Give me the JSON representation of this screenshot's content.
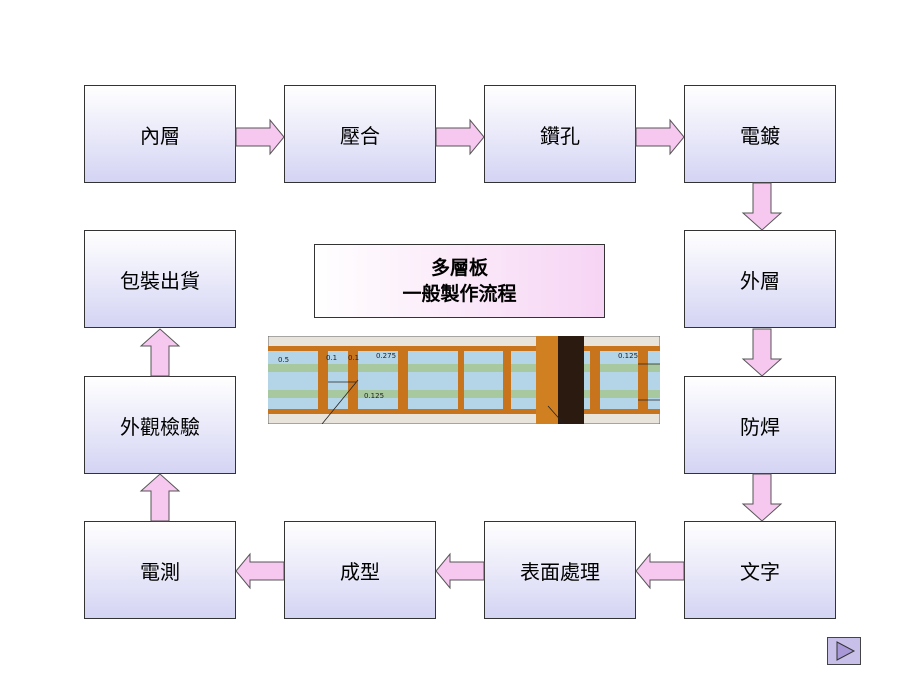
{
  "title": {
    "line1": "多層板",
    "line2": "一般製作流程"
  },
  "steps": [
    {
      "label": "內層"
    },
    {
      "label": "壓合"
    },
    {
      "label": "鑽孔"
    },
    {
      "label": "電鍍"
    },
    {
      "label": "外層"
    },
    {
      "label": "防焊"
    },
    {
      "label": "文字"
    },
    {
      "label": "表面處理"
    },
    {
      "label": "成型"
    },
    {
      "label": "電測"
    },
    {
      "label": "外觀檢驗"
    },
    {
      "label": "包裝出貨"
    }
  ],
  "pcb_image": {
    "dimension_labels": [
      "0.5",
      "0.1",
      "0.1",
      "0.275",
      "0.125",
      "0.125"
    ]
  },
  "colors": {
    "box_gradient_end": "#d4d4f4",
    "arrow_fill": "#f6c8f0",
    "title_gradient_end": "#f6d4f4",
    "copper": "#c8741c",
    "dielectric": "#b4d4e8"
  },
  "nav": {
    "next_icon": "play-triangle-icon"
  }
}
